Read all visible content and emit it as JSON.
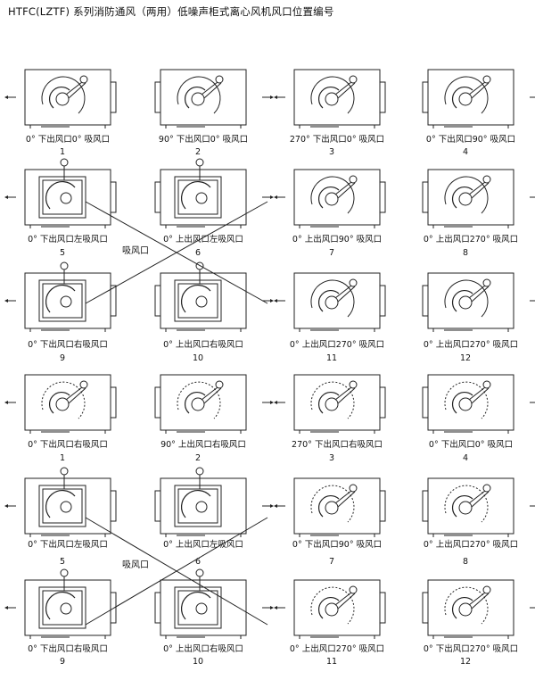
{
  "title": "HTFC(LZTF) 系列消防通风（两用）低噪声柜式离心风机风口位置编号",
  "side_inlet_label": "吸风口",
  "fan_cells": [
    {
      "pos": "0°",
      "text": "下出风口0°  吸风口",
      "num": "1",
      "type": "A"
    },
    {
      "pos": "90°",
      "text": "下出风口0°  吸风口",
      "num": "2",
      "type": "A"
    },
    {
      "pos": "270°",
      "text": "下出风口0°  吸风口",
      "num": "3",
      "type": "A"
    },
    {
      "pos": "",
      "text": "0°  下出风口90°  吸风口",
      "num": "4",
      "type": "A"
    },
    {
      "pos": "0°",
      "text": "下出风口左吸风口",
      "num": "5",
      "type": "B"
    },
    {
      "pos": "0°",
      "text": "上出风口左吸风口",
      "num": "6",
      "type": "B"
    },
    {
      "pos": "0°",
      "text": "上出风口90°  吸风口",
      "num": "7",
      "type": "A"
    },
    {
      "pos": "0°",
      "text": "上出风口270°  吸风口",
      "num": "8",
      "type": "A"
    },
    {
      "pos": "0°",
      "text": "下出风口右吸风口",
      "num": "9",
      "type": "B"
    },
    {
      "pos": "0°",
      "text": "上出风口右吸风口",
      "num": "10",
      "type": "B"
    },
    {
      "pos": "0°",
      "text": "上出风口270°  吸风口",
      "num": "11",
      "type": "A"
    },
    {
      "pos": "0°",
      "text": "上出风口270°  吸风口",
      "num": "12",
      "type": "A"
    },
    {
      "pos": "0°",
      "text": "下出风口右吸风口",
      "num": "1",
      "type": "C"
    },
    {
      "pos": "90°",
      "text": "上出风口右吸风口",
      "num": "2",
      "type": "C"
    },
    {
      "pos": "270°",
      "text": "下出风口右吸风口",
      "num": "3",
      "type": "C"
    },
    {
      "pos": "0°",
      "text": "下出风口0°  吸风口",
      "num": "4",
      "type": "C"
    },
    {
      "pos": "",
      "text": "0°  下出风口左吸风口",
      "num": "5",
      "type": "D"
    },
    {
      "pos": "",
      "text": "0°  上出风口左吸风口",
      "num": "6",
      "type": "D"
    },
    {
      "pos": "0°",
      "text": "下出风口90°  吸风口",
      "num": "7",
      "type": "C"
    },
    {
      "pos": "0°",
      "text": "上出风口270°  吸风口",
      "num": "8",
      "type": "C"
    },
    {
      "pos": "",
      "text": "0°  下出风口右吸风口",
      "num": "9",
      "type": "D"
    },
    {
      "pos": "",
      "text": "0°  上出风口右吸风口",
      "num": "10",
      "type": "D"
    },
    {
      "pos": "",
      "text": "0°  上出风口270°  吸风口",
      "num": "11",
      "type": "C"
    },
    {
      "pos": "",
      "text": "0°  下出风口270°  吸风口",
      "num": "12",
      "type": "C"
    }
  ]
}
